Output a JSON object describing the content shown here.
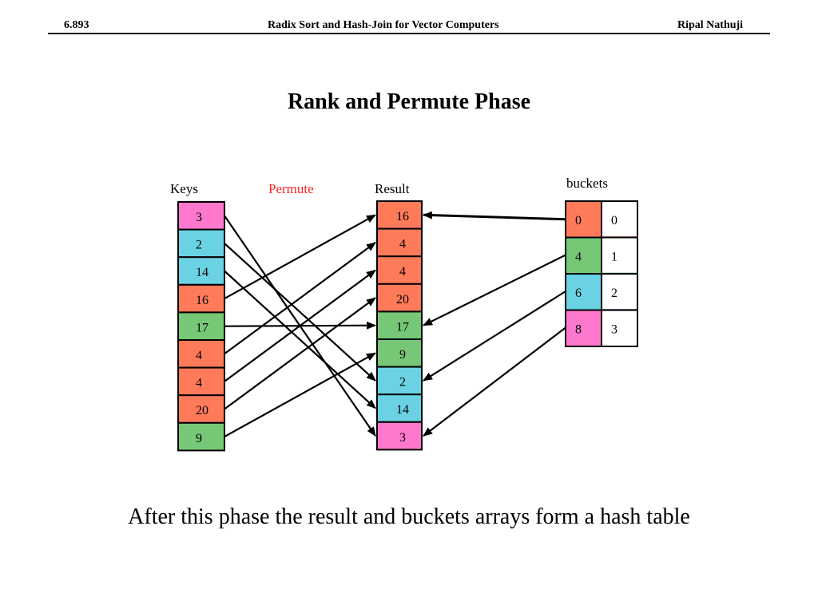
{
  "header": {
    "course": "6.893",
    "topic": "Radix Sort and Hash-Join for Vector Computers",
    "author": "Ripal Nathuji"
  },
  "title": "Rank and Permute Phase",
  "caption": "After this phase the result and buckets arrays form a hash table",
  "colors": {
    "pink": "#fe78cd",
    "blue": "#6bd2e4",
    "orange": "#ff7a59",
    "green": "#76c876",
    "permute_red": "#ff2222",
    "divider_red": "#e03020",
    "divider_navy": "#1a2a80",
    "divider_green": "#208040"
  },
  "diagram": {
    "keys_label": "Keys",
    "permute_label": "Permute",
    "result_label": "Result",
    "buckets_label": "buckets",
    "keys": [
      {
        "value": "3",
        "color": "pink"
      },
      {
        "value": "2",
        "color": "blue"
      },
      {
        "value": "14",
        "color": "blue"
      },
      {
        "value": "16",
        "color": "orange"
      },
      {
        "value": "17",
        "color": "green"
      },
      {
        "value": "4",
        "color": "orange"
      },
      {
        "value": "4",
        "color": "orange"
      },
      {
        "value": "20",
        "color": "orange"
      },
      {
        "value": "9",
        "color": "green"
      }
    ],
    "result": [
      {
        "value": "16",
        "color": "orange"
      },
      {
        "value": "4",
        "color": "orange"
      },
      {
        "value": "4",
        "color": "orange"
      },
      {
        "value": "20",
        "color": "orange"
      },
      {
        "value": "17",
        "color": "green"
      },
      {
        "value": "9",
        "color": "green"
      },
      {
        "value": "2",
        "color": "blue"
      },
      {
        "value": "14",
        "color": "blue"
      },
      {
        "value": "3",
        "color": "pink"
      }
    ],
    "buckets": [
      {
        "start": "0",
        "index": "0",
        "color": "orange"
      },
      {
        "start": "4",
        "index": "1",
        "color": "green"
      },
      {
        "start": "6",
        "index": "2",
        "color": "blue"
      },
      {
        "start": "8",
        "index": "3",
        "color": "pink"
      }
    ],
    "permute_map": [
      8,
      6,
      7,
      0,
      4,
      1,
      2,
      3,
      5
    ]
  }
}
